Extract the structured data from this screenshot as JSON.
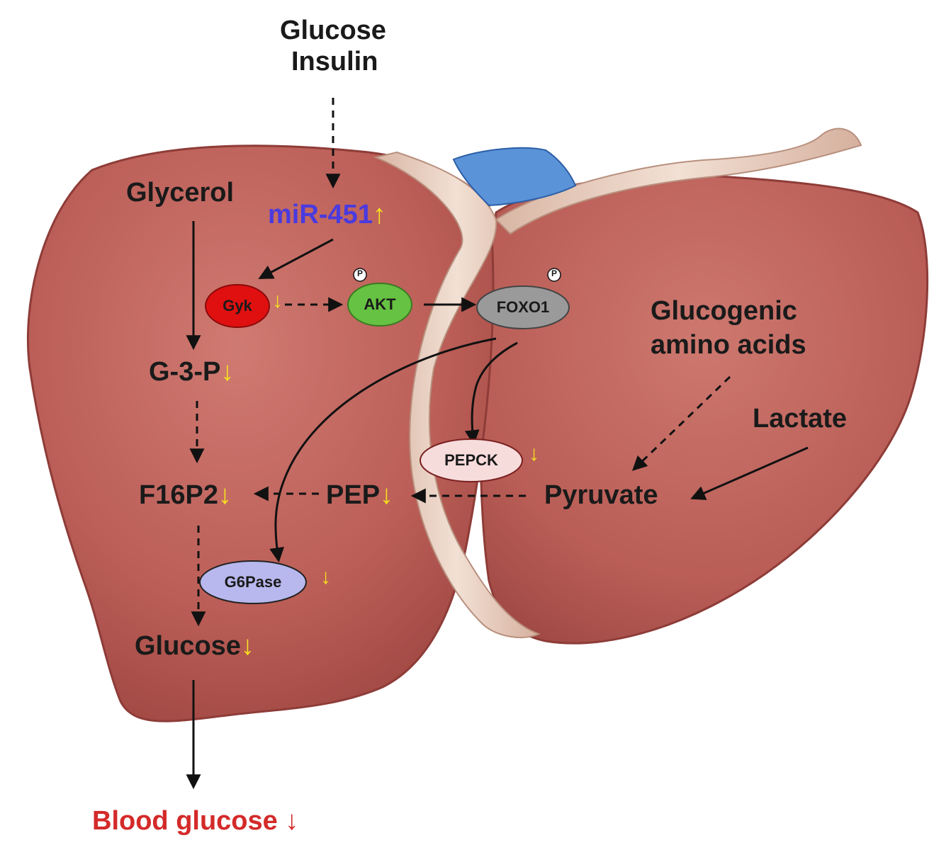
{
  "inputs": {
    "line1": "Glucose",
    "line2": "Insulin"
  },
  "mirna": {
    "label": "miR-451",
    "trend": "↑"
  },
  "glycerol": "Glycerol",
  "g3p": {
    "label": "G-3-P",
    "trend": "↓"
  },
  "f16p2": {
    "label": "F16P2",
    "trend": "↓"
  },
  "pep": {
    "label": "PEP",
    "trend": "↓"
  },
  "pyruvate": "Pyruvate",
  "lactate": "Lactate",
  "amino_acids": {
    "line1": "Glucogenic",
    "line2": "amino acids"
  },
  "glucose_product": {
    "label": "Glucose",
    "trend": "↓"
  },
  "blood_glucose": {
    "label": "Blood glucose",
    "trend": "↓"
  },
  "enzymes": {
    "gyk": {
      "label": "Gyk",
      "trend": "↓"
    },
    "akt": {
      "label": "AKT",
      "phospho": "P"
    },
    "foxo1": {
      "label": "FOXO1",
      "phospho": "P"
    },
    "pepck": {
      "label": "PEPCK",
      "trend": "↓"
    },
    "g6pase": {
      "label": "G6Pase",
      "trend": "↓"
    }
  },
  "colors": {
    "liver": "#b85a54",
    "liver_dark": "#8a3a36",
    "ligament": "#e9d2c4",
    "gallbladder": "#5a93d8",
    "mirna_text": "#4a3adf",
    "trend_arrow": "#f5e020",
    "blood_glucose_text": "#d42a2a",
    "gyk": "#e01010",
    "akt": "#66c242",
    "foxo1": "#9a9a9a",
    "pepck": "#f7dcdc",
    "g6pase": "#b8b8ee"
  }
}
